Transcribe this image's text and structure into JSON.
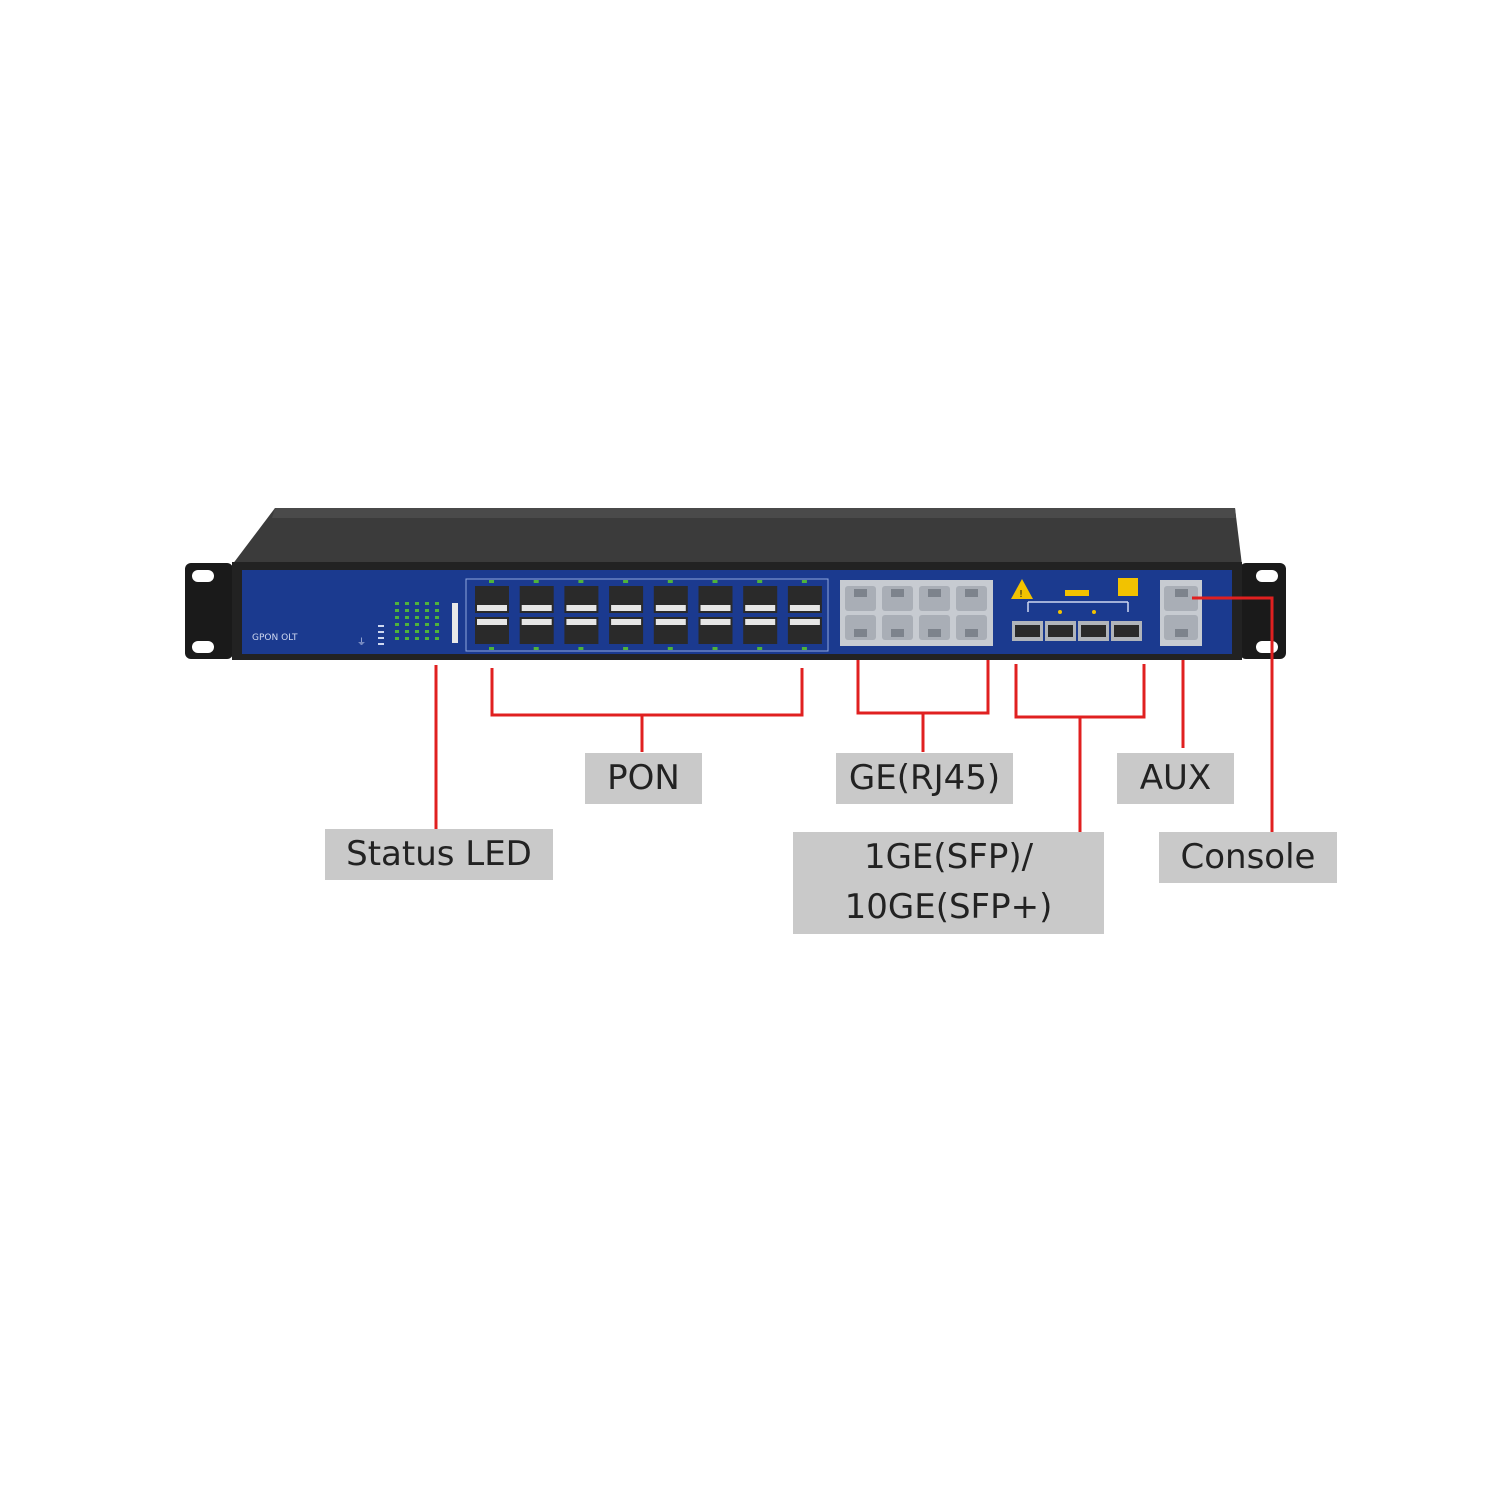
{
  "device": {
    "model_label": "GPON OLT",
    "colors": {
      "chassis_top": "#3a3a3a",
      "chassis_side": "#1f1f1f",
      "front_panel": "#1b3a8f",
      "bracket": "#1a1a1a",
      "port_metal": "#b8bcc2",
      "port_dark": "#2a2a2a",
      "led_green": "#4fb33b",
      "warning_yellow": "#f2c200"
    },
    "pon_port_count": 16,
    "ge_rj45_port_count": 8,
    "sfp_port_count": 4,
    "aux_console_port_count": 2,
    "status_led_columns": 5
  },
  "callouts": {
    "status_led": "Status LED",
    "pon": "PON",
    "ge_rj45": "GE(RJ45)",
    "sfp": "1GE(SFP)/\n10GE(SFP+)",
    "aux": "AUX",
    "console": "Console"
  },
  "leader_line_color": "#e02020",
  "callout_bg_color": "#c9c9c9"
}
